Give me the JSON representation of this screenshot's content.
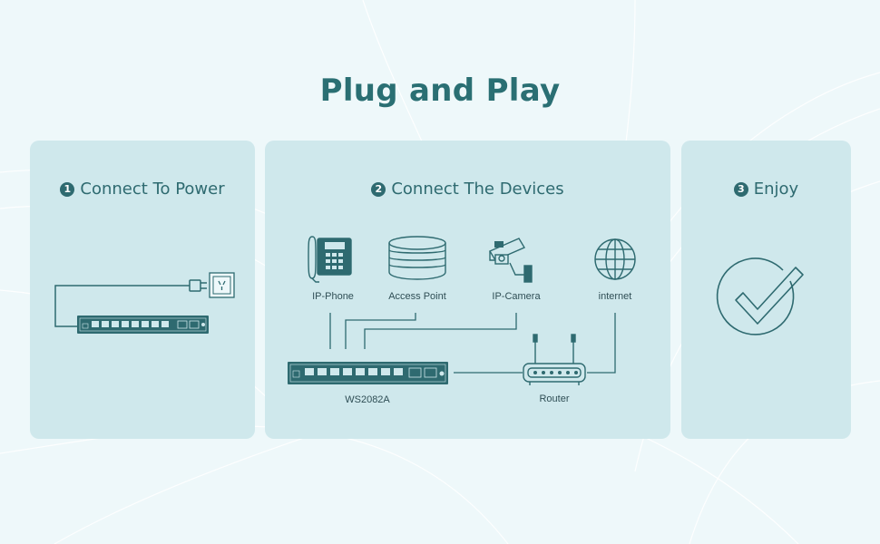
{
  "title": "Plug and Play",
  "colors": {
    "accent": "#2e6a70",
    "panel": "#cfe8ec",
    "background": "#eef8fa"
  },
  "steps": [
    {
      "number": "1",
      "label": "Connect To Power",
      "icons": [
        "network-switch-icon",
        "power-plug-icon",
        "wall-socket-icon"
      ]
    },
    {
      "number": "2",
      "label": "Connect The Devices"
    },
    {
      "number": "3",
      "label": "Enjoy",
      "icon": "checkmark-circle-icon"
    }
  ],
  "devices": [
    {
      "label": "IP-Phone",
      "icon": "ip-phone-icon"
    },
    {
      "label": "Access Point",
      "icon": "access-point-icon"
    },
    {
      "label": "IP-Camera",
      "icon": "ip-camera-icon"
    },
    {
      "label": "internet",
      "icon": "globe-icon"
    }
  ],
  "switch": {
    "label": "WS2082A",
    "icon": "network-switch-icon"
  },
  "router": {
    "label": "Router",
    "icon": "router-icon"
  }
}
